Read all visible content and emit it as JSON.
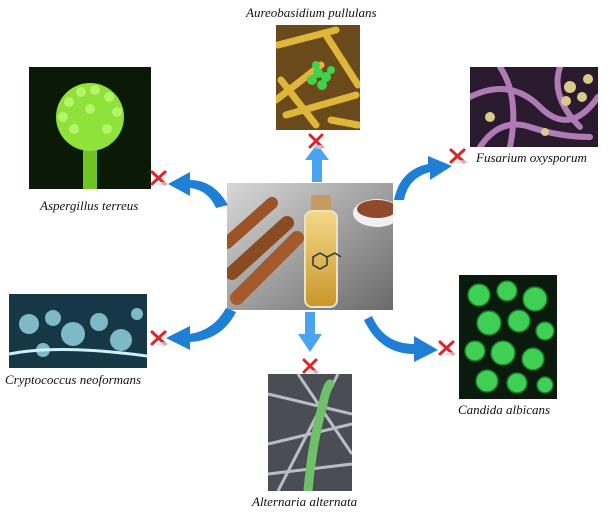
{
  "organisms": [
    {
      "id": "aureobasidium",
      "label": "Aureobasidium pullulans",
      "color": "#c8a02a"
    },
    {
      "id": "fusarium",
      "label": "Fusarium oxysporum",
      "color": "#8a5a8c"
    },
    {
      "id": "aspergillus",
      "label": "Aspergillus terreus",
      "color": "#7fd62e"
    },
    {
      "id": "cryptococcus",
      "label": "Cryptococcus neoformans",
      "color": "#5aa6bb"
    },
    {
      "id": "alternaria",
      "label": "Alternaria alternata",
      "color": "#9aa0a6"
    },
    {
      "id": "candida",
      "label": "Candida albicans",
      "color": "#3fbf4f"
    }
  ],
  "center": {
    "subject": "cinnamon-oil-bottle"
  },
  "colors": {
    "arrow": "#1f7fd6",
    "arrow_light": "#7cc4ff",
    "inhibit_mark": "#d9262b"
  }
}
